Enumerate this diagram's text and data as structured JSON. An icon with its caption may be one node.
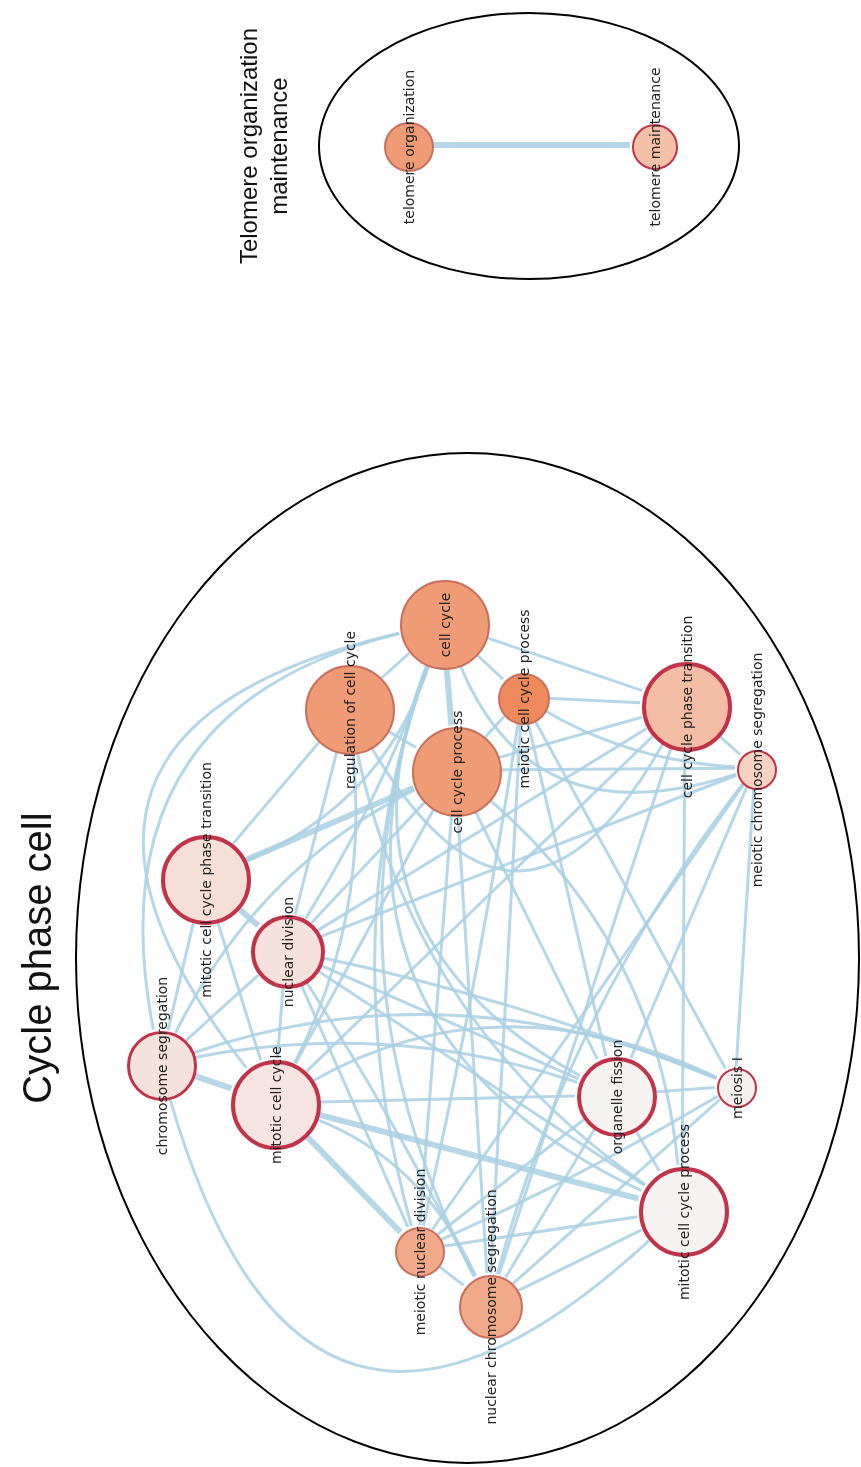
{
  "diagram": {
    "nodes": [
      {
        "text": [
          "Cycle phase cell"
        ]
      },
      {
        "text": [
          "Telomere organization maintenance"
        ]
      },
      {
        "text": [
          "cell cycle"
        ],
        "in": 0
      },
      {
        "text": [
          "regulation of cell cycle"
        ],
        "in": 0
      },
      {
        "text": [
          "meiotic cell cycle process"
        ],
        "in": 0
      },
      {
        "text": [
          "cell cycle process"
        ],
        "in": 0
      },
      {
        "text": [
          "cell cycle phase transition"
        ],
        "in": 0
      },
      {
        "text": [
          "meiotic chromosome segregation"
        ],
        "in": 0
      },
      {
        "text": [
          "mitotic cell cycle phase transition"
        ],
        "in": 0
      },
      {
        "text": [
          "nuclear division"
        ],
        "in": 0
      },
      {
        "text": [
          "chromosome segregation"
        ],
        "in": 0
      },
      {
        "text": [
          "mitotic cell cycle"
        ],
        "in": 0
      },
      {
        "text": [
          "organelle fission"
        ],
        "in": 0
      },
      {
        "text": [
          "meiosis I"
        ],
        "in": 0
      },
      {
        "text": [
          "meiotic nuclear division"
        ],
        "in": 0
      },
      {
        "text": [
          "nuclear chromosome segregation"
        ],
        "in": 0
      },
      {
        "text": [
          "mitotic cell cycle process"
        ],
        "in": 0
      },
      {
        "text": [
          "telomere organization"
        ],
        "in": 1
      },
      {
        "text": [
          "telomere maintenance"
        ],
        "in": 1
      }
    ],
    "edges": [
      {
        "from": 17,
        "to": 18,
        "arrow": "none",
        "style": "thick"
      },
      {
        "from": 2,
        "to": 3,
        "arrow": "none"
      },
      {
        "from": 2,
        "to": 5,
        "arrow": "none",
        "style": "thick"
      },
      {
        "from": 2,
        "to": 4,
        "arrow": "none"
      },
      {
        "from": 2,
        "to": 6,
        "arrow": "none"
      },
      {
        "from": 2,
        "to": 7,
        "arrow": "none"
      },
      {
        "from": 2,
        "to": 8,
        "arrow": "none"
      },
      {
        "from": 2,
        "to": 9,
        "arrow": "none"
      },
      {
        "from": 2,
        "to": 10,
        "arrow": "none"
      },
      {
        "from": 2,
        "to": 11,
        "arrow": "none"
      },
      {
        "from": 2,
        "to": 12,
        "arrow": "none"
      },
      {
        "from": 2,
        "to": 14,
        "arrow": "none"
      },
      {
        "from": 2,
        "to": 15,
        "arrow": "none"
      },
      {
        "from": 2,
        "to": 16,
        "arrow": "none"
      },
      {
        "from": 5,
        "to": 3,
        "arrow": "none"
      },
      {
        "from": 5,
        "to": 4,
        "arrow": "none"
      },
      {
        "from": 5,
        "to": 6,
        "arrow": "none"
      },
      {
        "from": 5,
        "to": 7,
        "arrow": "none"
      },
      {
        "from": 5,
        "to": 8,
        "arrow": "none",
        "style": "thick"
      },
      {
        "from": 5,
        "to": 9,
        "arrow": "none"
      },
      {
        "from": 5,
        "to": 10,
        "arrow": "none"
      },
      {
        "from": 5,
        "to": 11,
        "arrow": "none"
      },
      {
        "from": 5,
        "to": 12,
        "arrow": "none"
      },
      {
        "from": 5,
        "to": 14,
        "arrow": "none"
      },
      {
        "from": 5,
        "to": 15,
        "arrow": "none"
      },
      {
        "from": 5,
        "to": 16,
        "arrow": "none"
      },
      {
        "from": 3,
        "to": 8,
        "arrow": "none"
      },
      {
        "from": 3,
        "to": 9,
        "arrow": "none"
      },
      {
        "from": 3,
        "to": 11,
        "arrow": "none"
      },
      {
        "from": 3,
        "to": 6,
        "arrow": "none"
      },
      {
        "from": 3,
        "to": 16,
        "arrow": "none"
      },
      {
        "from": 4,
        "to": 6,
        "arrow": "none"
      },
      {
        "from": 4,
        "to": 7,
        "arrow": "none"
      },
      {
        "from": 4,
        "to": 13,
        "arrow": "none"
      },
      {
        "from": 4,
        "to": 14,
        "arrow": "none"
      },
      {
        "from": 4,
        "to": 15,
        "arrow": "none"
      },
      {
        "from": 4,
        "to": 12,
        "arrow": "none"
      },
      {
        "from": 6,
        "to": 7,
        "arrow": "none"
      },
      {
        "from": 6,
        "to": 16,
        "arrow": "none"
      },
      {
        "from": 6,
        "to": 9,
        "arrow": "none"
      },
      {
        "from": 6,
        "to": 11,
        "arrow": "none"
      },
      {
        "from": 6,
        "to": 15,
        "arrow": "none"
      },
      {
        "from": 7,
        "to": 13,
        "arrow": "none"
      },
      {
        "from": 7,
        "to": 14,
        "arrow": "none"
      },
      {
        "from": 7,
        "to": 15,
        "arrow": "none"
      },
      {
        "from": 7,
        "to": 9,
        "arrow": "none"
      },
      {
        "from": 7,
        "to": 12,
        "arrow": "none"
      },
      {
        "from": 8,
        "to": 9,
        "arrow": "none",
        "style": "thick"
      },
      {
        "from": 8,
        "to": 11,
        "arrow": "none"
      },
      {
        "from": 8,
        "to": 10,
        "arrow": "none"
      },
      {
        "from": 9,
        "to": 10,
        "arrow": "none"
      },
      {
        "from": 9,
        "to": 11,
        "arrow": "none"
      },
      {
        "from": 9,
        "to": 12,
        "arrow": "none"
      },
      {
        "from": 9,
        "to": 16,
        "arrow": "none"
      },
      {
        "from": 9,
        "to": 13,
        "arrow": "none"
      },
      {
        "from": 9,
        "to": 14,
        "arrow": "none"
      },
      {
        "from": 9,
        "to": 15,
        "arrow": "none"
      },
      {
        "from": 10,
        "to": 11,
        "arrow": "none",
        "style": "thick"
      },
      {
        "from": 10,
        "to": 12,
        "arrow": "none"
      },
      {
        "from": 10,
        "to": 13,
        "arrow": "none"
      },
      {
        "from": 10,
        "to": 16,
        "arrow": "none"
      },
      {
        "from": 11,
        "to": 12,
        "arrow": "none"
      },
      {
        "from": 11,
        "to": 13,
        "arrow": "none"
      },
      {
        "from": 11,
        "to": 16,
        "arrow": "none",
        "style": "thick"
      },
      {
        "from": 11,
        "to": 14,
        "arrow": "none",
        "style": "thick"
      },
      {
        "from": 11,
        "to": 15,
        "arrow": "none"
      },
      {
        "from": 12,
        "to": 13,
        "arrow": "none"
      },
      {
        "from": 12,
        "to": 16,
        "arrow": "none"
      },
      {
        "from": 12,
        "to": 14,
        "arrow": "none"
      },
      {
        "from": 12,
        "to": 15,
        "arrow": "none"
      },
      {
        "from": 13,
        "to": 14,
        "arrow": "none"
      },
      {
        "from": 13,
        "to": 15,
        "arrow": "none"
      },
      {
        "from": 14,
        "to": 15,
        "arrow": "none"
      },
      {
        "from": 14,
        "to": 16,
        "arrow": "none"
      },
      {
        "from": 15,
        "to": 16,
        "arrow": "none"
      }
    ]
  }
}
